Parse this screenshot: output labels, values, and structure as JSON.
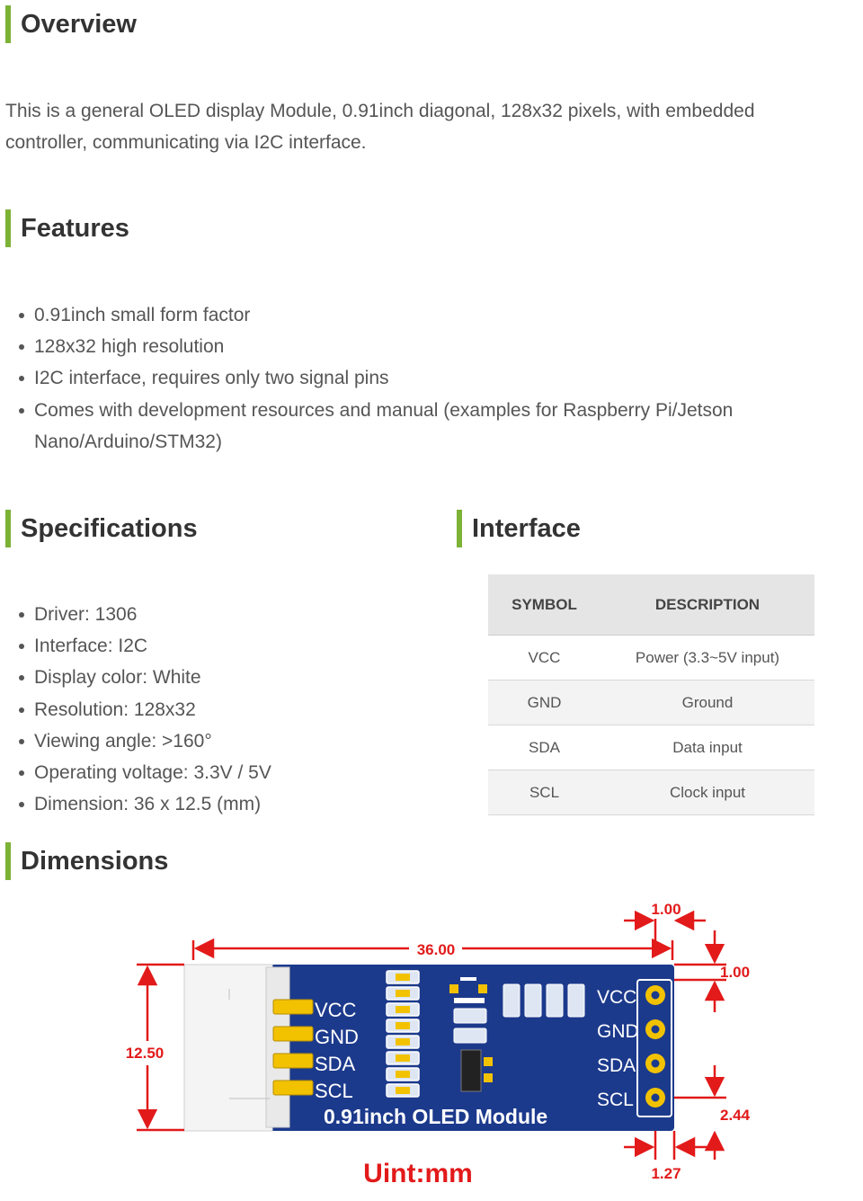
{
  "overview": {
    "heading": "Overview",
    "text": "This is a general OLED display Module, 0.91inch diagonal, 128x32 pixels, with embedded controller, communicating via I2C interface."
  },
  "features": {
    "heading": "Features",
    "items": [
      "0.91inch small form factor",
      "128x32 high resolution",
      "I2C interface, requires only two signal pins",
      "Comes with development resources and manual (examples for Raspberry Pi/Jetson Nano/Arduino/STM32)"
    ]
  },
  "specifications": {
    "heading": "Specifications",
    "items": [
      "Driver: 1306",
      "Interface: I2C",
      "Display color: White",
      "Resolution: 128x32",
      "Viewing angle: >160°",
      "Operating voltage: 3.3V / 5V",
      "Dimension: 36 x 12.5 (mm)"
    ]
  },
  "interface": {
    "heading": "Interface",
    "columns": [
      "SYMBOL",
      "DESCRIPTION"
    ],
    "rows": [
      [
        "VCC",
        "Power (3.3~5V input)"
      ],
      [
        "GND",
        "Ground"
      ],
      [
        "SDA",
        "Data input"
      ],
      [
        "SCL",
        "Clock input"
      ]
    ]
  },
  "dimensions": {
    "heading": "Dimensions",
    "board_label": "0.91inch OLED Module",
    "left_pins": [
      "VCC",
      "GND",
      "SDA",
      "SCL"
    ],
    "right_pins": [
      "VCC",
      "GND",
      "SDA",
      "SCL"
    ],
    "width_label": "36.00",
    "height_label": "12.50",
    "pin_offset_top_label": "1.00",
    "edge_offset_label": "1.00",
    "bottom_margin_label": "2.44",
    "pin_pitch_label": "1.27",
    "unit_label": "Uint:mm",
    "colors": {
      "dimension": "#e21a1a",
      "board": "#1c3a8c",
      "silk": "#ffffff",
      "pad": "#f2c200"
    }
  }
}
